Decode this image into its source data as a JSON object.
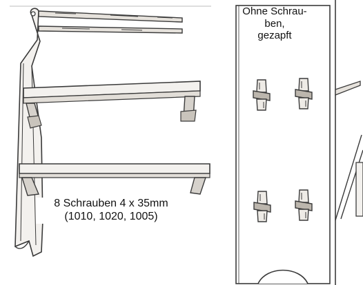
{
  "labels": {
    "left": {
      "line1": "8 Schrauben 4 x 35mm",
      "line2": "(1010, 1020, 1005)"
    },
    "right": {
      "line1": "Ohne Schrau-",
      "line2": "ben,",
      "line3": "gezapft"
    }
  },
  "colors": {
    "ink": "#3a3a3a",
    "wood": "#f3f1ee",
    "shade": "#d6d2cc",
    "peg": "#bcb6ad"
  }
}
